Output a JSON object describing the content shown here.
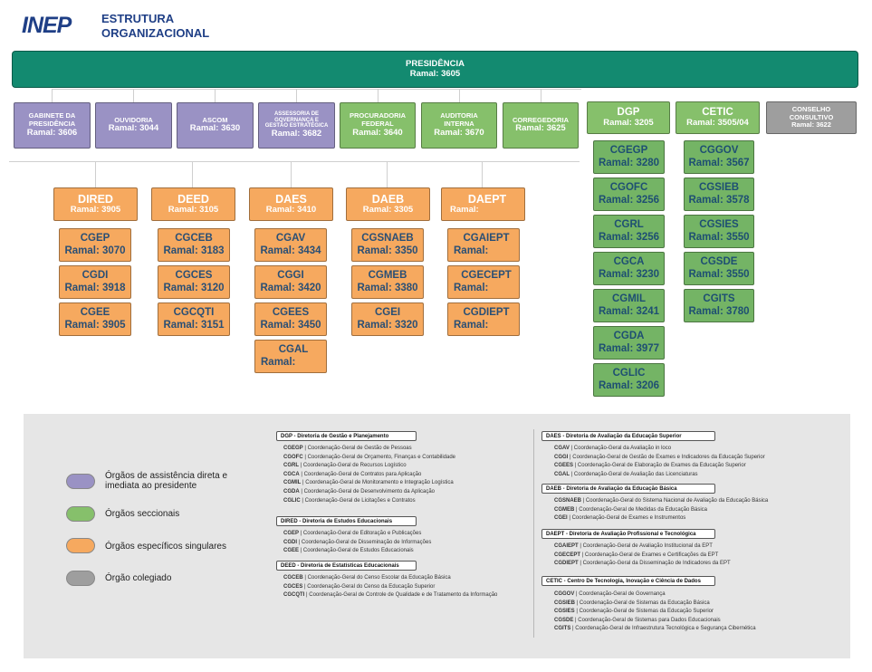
{
  "header": {
    "logo": "INEP",
    "title_line1": "ESTRUTURA",
    "title_line2": "ORGANIZACIONAL"
  },
  "presidencia": {
    "name": "PRESIDÊNCIA",
    "ramal": "Ramal: 3605"
  },
  "top_units": [
    {
      "name": "GABINETE DA PRESIDÊNCIA",
      "ramal": "Ramal: 3606"
    },
    {
      "name": "OUVIDORIA",
      "ramal": "Ramal: 3044"
    },
    {
      "name": "ASCOM",
      "ramal": "Ramal: 3630"
    },
    {
      "name": "ASSESSORIA DE GOVERNANÇA E GESTÃO ESTRATÉGICA",
      "ramal": "Ramal: 3682"
    },
    {
      "name": "PROCURADORIA FEDERAL",
      "ramal": "Ramal: 3640"
    },
    {
      "name": "AUDITORIA INTERNA",
      "ramal": "Ramal: 3670"
    },
    {
      "name": "CORREGEDORIA",
      "ramal": "Ramal: 3625"
    },
    {
      "name": "DGP",
      "ramal": "Ramal: 3205"
    },
    {
      "name": "CETIC",
      "ramal": "Ramal: 3505/04"
    },
    {
      "name": "CONSELHO CONSULTIVO",
      "ramal": "Ramal: 3622"
    }
  ],
  "dgp_children": [
    {
      "name": "CGEGP",
      "ramal": "Ramal: 3280"
    },
    {
      "name": "CGOFC",
      "ramal": "Ramal: 3256"
    },
    {
      "name": "CGRL",
      "ramal": "Ramal: 3256"
    },
    {
      "name": "CGCA",
      "ramal": "Ramal: 3230"
    },
    {
      "name": "CGMIL",
      "ramal": "Ramal: 3241"
    },
    {
      "name": "CGDA",
      "ramal": "Ramal: 3977"
    },
    {
      "name": "CGLIC",
      "ramal": "Ramal: 3206"
    }
  ],
  "cetic_children": [
    {
      "name": "CGGOV",
      "ramal": "Ramal: 3567"
    },
    {
      "name": "CGSIEB",
      "ramal": "Ramal: 3578"
    },
    {
      "name": "CGSIES",
      "ramal": "Ramal: 3550"
    },
    {
      "name": "CGSDE",
      "ramal": "Ramal: 3550"
    },
    {
      "name": "CGITS",
      "ramal": "Ramal: 3780"
    }
  ],
  "directorates": [
    {
      "name": "DIRED",
      "ramal": "Ramal: 3905",
      "children": [
        {
          "name": "CGEP",
          "ramal": "Ramal: 3070"
        },
        {
          "name": "CGDI",
          "ramal": "Ramal: 3918"
        },
        {
          "name": "CGEE",
          "ramal": "Ramal: 3905"
        }
      ]
    },
    {
      "name": "DEED",
      "ramal": "Ramal: 3105",
      "children": [
        {
          "name": "CGCEB",
          "ramal": "Ramal: 3183"
        },
        {
          "name": "CGCES",
          "ramal": "Ramal: 3120"
        },
        {
          "name": "CGCQTI",
          "ramal": "Ramal: 3151"
        }
      ]
    },
    {
      "name": "DAES",
      "ramal": "Ramal: 3410",
      "children": [
        {
          "name": "CGAV",
          "ramal": "Ramal: 3434"
        },
        {
          "name": "CGGI",
          "ramal": "Ramal: 3420"
        },
        {
          "name": "CGEES",
          "ramal": "Ramal: 3450"
        },
        {
          "name": "CGAL",
          "ramal": "Ramal:"
        }
      ]
    },
    {
      "name": "DAEB",
      "ramal": "Ramal: 3305",
      "children": [
        {
          "name": "CGSNAEB",
          "ramal": "Ramal: 3350"
        },
        {
          "name": "CGMEB",
          "ramal": "Ramal: 3380"
        },
        {
          "name": "CGEI",
          "ramal": "Ramal: 3320"
        }
      ]
    },
    {
      "name": "DAEPT",
      "ramal": "Ramal:",
      "children": [
        {
          "name": "CGAIEPT",
          "ramal": "Ramal:"
        },
        {
          "name": "CGECEPT",
          "ramal": "Ramal:"
        },
        {
          "name": "CGDIEPT",
          "ramal": "Ramal:"
        }
      ]
    }
  ],
  "legend": [
    {
      "label": "Órgãos de assistência direta e imediata ao presidente",
      "color": "#9a92c4"
    },
    {
      "label": "Órgãos seccionais",
      "color": "#86c06b"
    },
    {
      "label": "Órgãos específicos singulares",
      "color": "#f6a95f"
    },
    {
      "label": "Órgão colegiado",
      "color": "#9e9e9e"
    }
  ],
  "glossary": [
    {
      "title": "DGP - Diretoria de Gestão e Planejamento",
      "items": [
        {
          "code": "CGEGP",
          "desc": "Coordenação-Geral de Gestão de Pessoas"
        },
        {
          "code": "CGOFC",
          "desc": "Coordenação-Geral de Orçamento, Finanças e Contabilidade"
        },
        {
          "code": "CGRL",
          "desc": "Coordenação-Geral de Recursos Logístico"
        },
        {
          "code": "CGCA",
          "desc": "Coordenação-Geral de Contratos para Aplicação"
        },
        {
          "code": "CGMIL",
          "desc": "Coordenação-Geral de Monitoramento e Integração Logística"
        },
        {
          "code": "CGDA",
          "desc": "Coordenação-Geral de Desenvolvimento da Aplicação"
        },
        {
          "code": "CGLIC",
          "desc": "Coordenação-Geral de Licitações e Contratos"
        }
      ]
    },
    {
      "title": "DIRED - Diretoria de Estudos Educacionais",
      "items": [
        {
          "code": "CGEP",
          "desc": "Coordenação-Geral de Editoração e Publicações"
        },
        {
          "code": "CGDI",
          "desc": "Coordenação-Geral de Disseminação de Informações"
        },
        {
          "code": "CGEE",
          "desc": "Coordenação-Geral de Estudos Educacionais"
        }
      ]
    },
    {
      "title": "DEED - Diretoria de Estatísticas Educacionais",
      "items": [
        {
          "code": "CGCEB",
          "desc": "Coordenação-Geral do Censo Escolar da Educação Básica"
        },
        {
          "code": "CGCES",
          "desc": "Coordenação-Geral do Censo da Educação Superior"
        },
        {
          "code": "CGCQTI",
          "desc": "Coordenação-Geral de Controle de Qualidade e de Tratamento da Informação"
        }
      ]
    },
    {
      "title": "DAES - Diretoria de Avaliação da Educação Superior",
      "items": [
        {
          "code": "CGAV",
          "desc": "Coordenação-Geral da Avaliação in loco"
        },
        {
          "code": "CGGI",
          "desc": "Coordenação-Geral de Gestão de Exames e Indicadores da Educação Superior"
        },
        {
          "code": "CGEES",
          "desc": "Coordenação-Geral de Elaboração de Exames da Educação Superior"
        },
        {
          "code": "CGAL",
          "desc": "Coordenação-Geral de Avaliação das Licenciaturas"
        }
      ]
    },
    {
      "title": "DAEB - Diretoria de Avaliação da Educação Básica",
      "items": [
        {
          "code": "CGSNAEB",
          "desc": "Coordenação-Geral do Sistema Nacional de Avaliação da Educação Básica"
        },
        {
          "code": "CGMEB",
          "desc": "Coordenação-Geral de Medidas da Educação Básica"
        },
        {
          "code": "CGEI",
          "desc": "Coordenação-Geral de Exames e Instrumentos"
        }
      ]
    },
    {
      "title": "DAEPT - Diretoria de Avaliação Profissional e Tecnológica",
      "items": [
        {
          "code": "CGAIEPT",
          "desc": "Coordenação-Geral de Avaliação Institucional da EPT"
        },
        {
          "code": "CGECEPT",
          "desc": "Coordenação-Geral de Exames e Certificações da EPT"
        },
        {
          "code": "CGDIEPT",
          "desc": "Coordenação-Geral da Disseminação de Indicadores da EPT"
        }
      ]
    },
    {
      "title": "CETIC - Centro De Tecnologia, Inovação e Ciência de Dados",
      "items": [
        {
          "code": "CGGOV",
          "desc": "Coordenação-Geral de Governança"
        },
        {
          "code": "CGSIEB",
          "desc": "Coordenação-Geral de Sistemas da Educação Básica"
        },
        {
          "code": "CGSIES",
          "desc": "Coordenação-Geral de Sistemas da Educação Superior"
        },
        {
          "code": "CGSDE",
          "desc": "Coordenação-Geral de Sistemas para Dados Educacionais"
        },
        {
          "code": "CGITS",
          "desc": "Coordenação-Geral de Infraestrutura Tecnológica e Segurança Cibernética"
        }
      ]
    }
  ]
}
